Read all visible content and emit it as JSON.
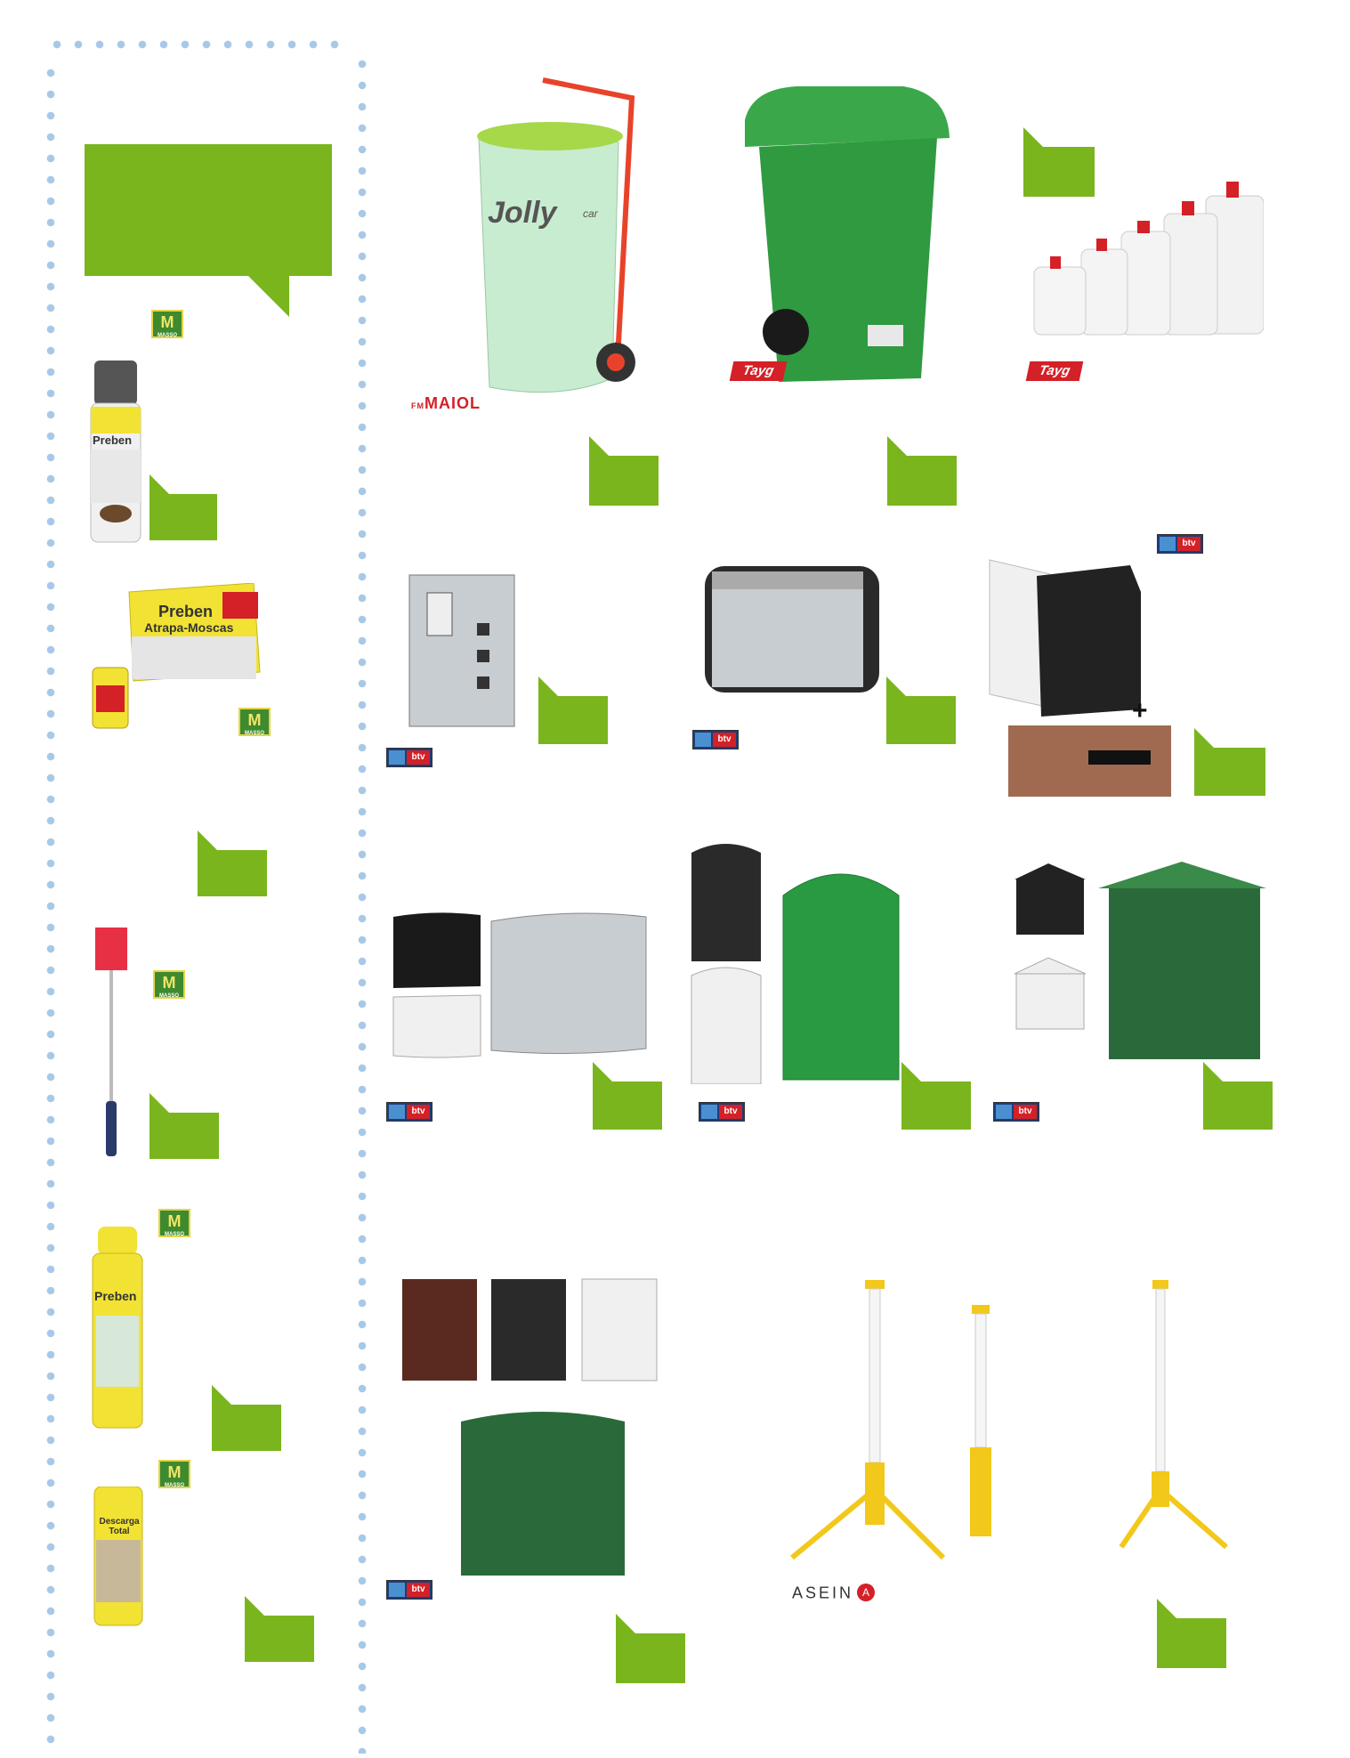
{
  "brands": {
    "masso": "M",
    "masso_word": "MASSO",
    "maiol": "MAIOL",
    "maiol_prefix": "FM",
    "tayg": "Tayg",
    "btv": "btv",
    "asein": "ASEIN",
    "asein_mark": "A"
  },
  "products": {
    "spray1_name": "Preben",
    "flytrap_name": "Preben",
    "flytrap_sub": "Atrapa-Moscas",
    "spray3_name": "Preben",
    "spray4_name": "Descarga Total",
    "cart_label": "Jolly",
    "cart_sub": "car"
  },
  "colors": {
    "accent": "#7ab51d",
    "dots": "#a8c8e8",
    "brand_red": "#d42027"
  }
}
